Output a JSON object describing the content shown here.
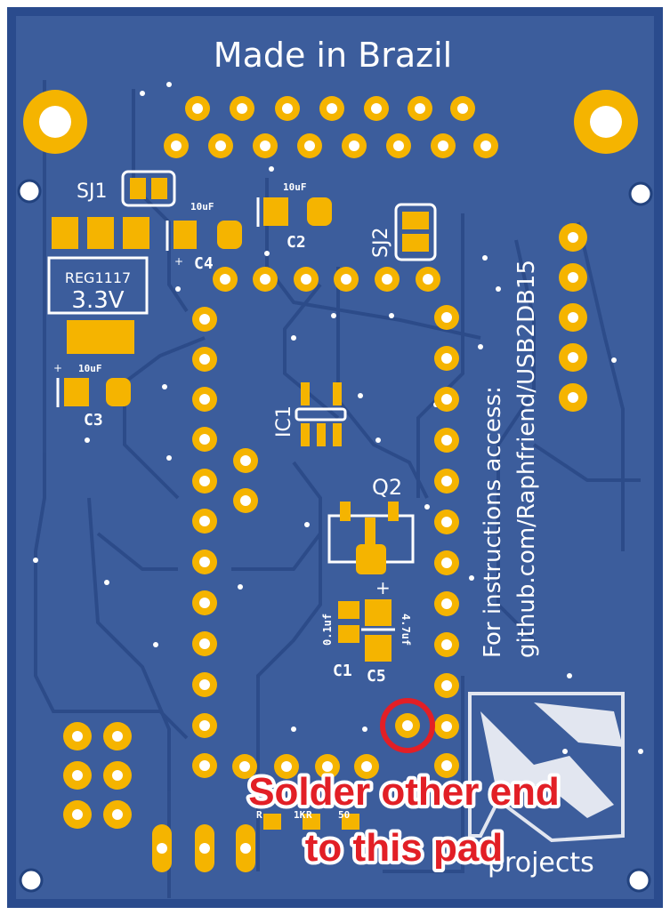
{
  "board": {
    "top_text": "Made in Brazil",
    "instructions_line1": "For instructions access:",
    "instructions_line2": "github.com/Raphfriend/USB2DB15",
    "regulator_name": "REG1117",
    "regulator_voltage": "3.3V",
    "logo_text": "projects",
    "colors": {
      "board_edge": "#2a4b8d",
      "board_fill": "#3c5d9c",
      "copper": "#f5b400",
      "silkscreen": "#ffffff",
      "callout_red": "#e21f26"
    }
  },
  "labels": {
    "sj1": "SJ1",
    "sj2": "SJ2",
    "c2": "C2",
    "c2_value": "10uF",
    "c3": "C3",
    "c3_value": "10uF",
    "c4": "C4",
    "c4_value": "10uF",
    "c1": "C1",
    "c1_value": "0.1uf",
    "c5": "C5",
    "c5_value": "4.7uf",
    "ic1": "IC1",
    "q2": "Q2",
    "plus": "+",
    "r_partial_1": "R",
    "r_partial_2": "1K",
    "r_partial_3": "R",
    "r_partial_4": "50"
  },
  "callout": {
    "line1": "Solder other end",
    "line2": "to this pad"
  }
}
